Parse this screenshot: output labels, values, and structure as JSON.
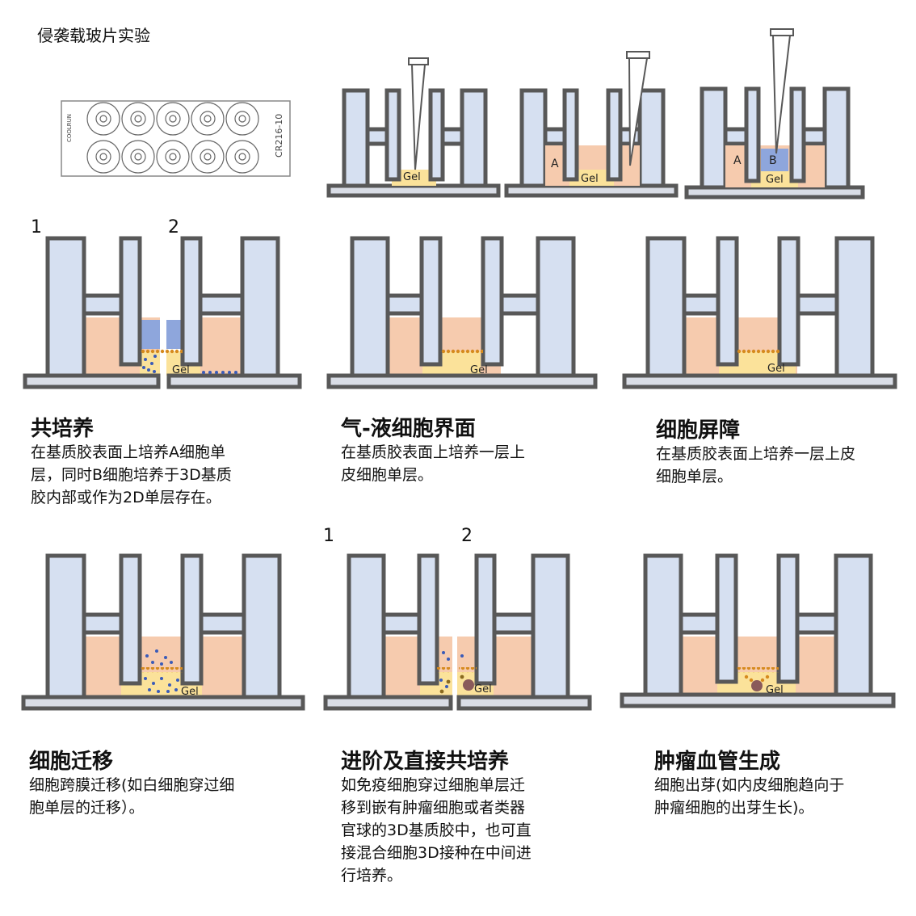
{
  "page_title": "侵袭载玻片实验",
  "slide": {
    "brand": "COOLRUN",
    "model": "CR216-10"
  },
  "labels": {
    "gel": "Gel",
    "a": "A",
    "b": "B",
    "one": "1",
    "two": "2"
  },
  "sections": [
    {
      "title": "共培养",
      "lines": [
        "在基质胶表面上培养A细胞单",
        "层，同时B细胞培养于3D基质",
        "胶内部或作为2D单层存在。"
      ]
    },
    {
      "title": "气-液细胞界面",
      "lines": [
        "在基质胶表面上培养一层上",
        "皮细胞单层。"
      ]
    },
    {
      "title": "细胞屏障",
      "lines": [
        "在基质胶表面上培养一层上皮",
        "细胞单层。"
      ]
    },
    {
      "title": "细胞迁移",
      "lines": [
        "细胞跨膜迁移(如白细胞穿过细",
        "胞单层的迁移）。"
      ]
    },
    {
      "title": "进阶及直接共培养",
      "lines": [
        "如免疫细胞穿过细胞单层迁",
        "移到嵌有肿瘤细胞或者类器",
        "官球的3D基质胶中，也可直",
        "接混合细胞3D接种在中间进",
        "行培养。"
      ]
    },
    {
      "title": "肿瘤血管生成",
      "lines": [
        "细胞出芽(如内皮细胞趋向于",
        "肿瘤细胞的出芽生长)。"
      ]
    }
  ]
}
